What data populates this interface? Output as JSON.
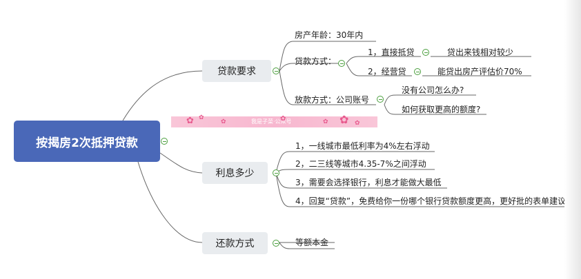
{
  "root": {
    "label": "按揭房2次抵押贷款"
  },
  "branches": [
    {
      "label": "贷款要求",
      "children": [
        {
          "label": "房产年龄：30年内"
        },
        {
          "label": "贷款方式：",
          "children": [
            {
              "label": "1，直接抵贷",
              "note": "贷出来钱相对较少"
            },
            {
              "label": "2，经营贷",
              "note": "能贷出房产评估价70%"
            }
          ]
        },
        {
          "label": "放款方式：公司账号",
          "children": [
            {
              "label": "没有公司怎么办?"
            },
            {
              "label": "如何获取更高的额度?"
            }
          ]
        }
      ]
    },
    {
      "label": "利息多少",
      "children": [
        {
          "label": "1，一线城市最低利率为4%左右浮动"
        },
        {
          "label": "2，二三线等城市4.35-7%之间浮动"
        },
        {
          "label": "3，需要会选择银行，利息才能做大最低"
        },
        {
          "label": "4，回复“贷款”，免费给你一份哪个银行贷款额度更高，更好批的表单建议"
        }
      ]
    },
    {
      "label": "还款方式",
      "children": [
        {
          "label": "等额本金"
        }
      ]
    }
  ],
  "banner": {
    "text": "我是子菜·公众号"
  },
  "colors": {
    "root": "#4a68b8",
    "branch_bg": "#e9ecef",
    "line": "#666666",
    "toggle": "#4a9e3d",
    "banner": "#f7b7cf",
    "flower": "#e85a8e"
  }
}
